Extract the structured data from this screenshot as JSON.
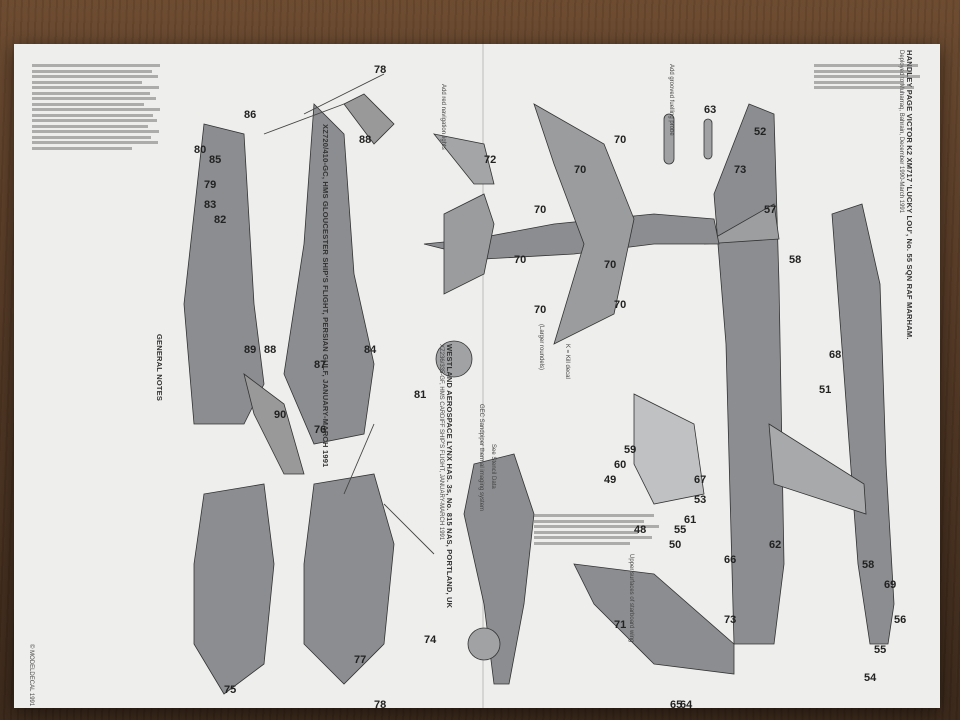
{
  "texts": {
    "victor_title": "HANDLEY PAGE VICTOR K2 XM717 'LUCKY LOU', No. 55 SQN RAF MARHAM.",
    "victor_sub": "Deployed to Muharraq, Bahrain, December 1990-March 1991",
    "harrier_note": "See Stencil Data",
    "lynx_title": "WESTLAND AEROSPACE LYNX HAS. 3s, No. 815 NAS, PORTLAND, UK",
    "lynx_sub": "XZ236/335-GF, HMS CARDIFF SHIP'S FLIGHT, JANUARY-MARCH 1991",
    "lynx2_title": "XZ720/410-GC, HMS GLOUCESTER SHIP'S FLIGHT, PERSIAN GULF, JANUARY-MARCH 1991",
    "gec_label": "GEC Sandpiper thermal imaging system",
    "general": "GENERAL NOTES",
    "nav_lights": "Add red navigation lights",
    "fuel_probe": "Add grooved fuelling probe",
    "upper_wing": "Upper surfaces of starboard wing",
    "larger": "(Larger roundels)",
    "marking_k": "K = Kill decal",
    "copyright": "© MODELDECAL 1991"
  },
  "decal_numbers": [
    "52",
    "57",
    "58",
    "73",
    "63",
    "70",
    "70",
    "70",
    "70",
    "70",
    "70",
    "70",
    "72",
    "85",
    "86",
    "87",
    "88",
    "89",
    "78",
    "79",
    "80",
    "81",
    "82",
    "83",
    "84",
    "88",
    "90",
    "51",
    "68",
    "66",
    "62",
    "67",
    "61",
    "53",
    "55",
    "50",
    "49",
    "59",
    "60",
    "48",
    "77",
    "78",
    "76",
    "75",
    "74",
    "65",
    "64",
    "73",
    "71",
    "69",
    "56",
    "55",
    "54",
    "58"
  ],
  "colors": {
    "table": "#5a3e28",
    "paper": "#eeeeec",
    "ink": "#555555",
    "grey_aircraft": "#8a8c8e"
  }
}
